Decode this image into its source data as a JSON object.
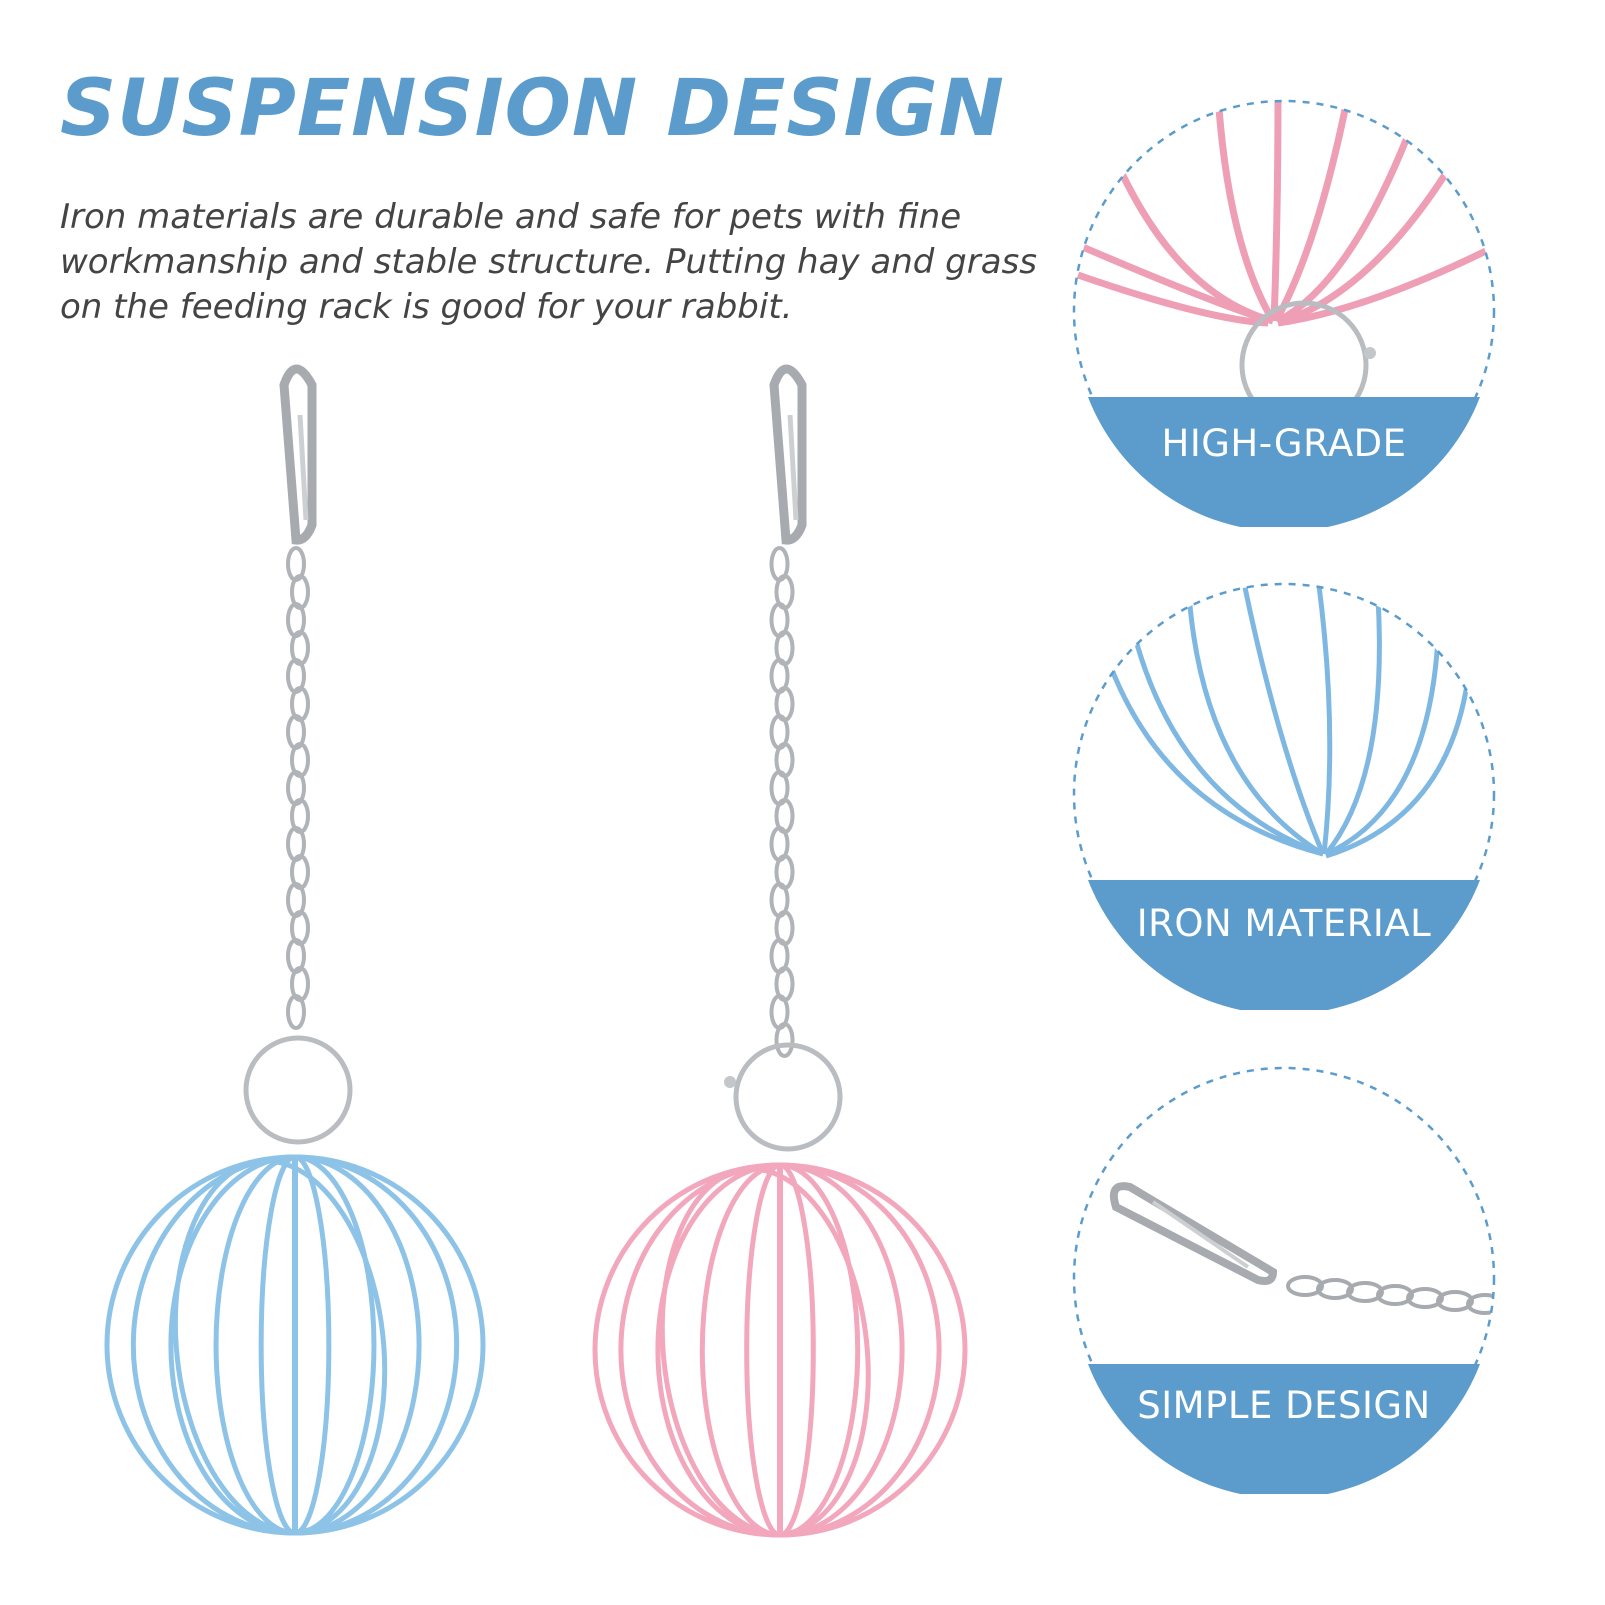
{
  "headline": "SUSPENSION DESIGN",
  "description": "Iron materials are durable and safe for pets with fine workmanship and stable structure. Putting hay and grass on the feeding rack is good for your rabbit.",
  "colors": {
    "accent": "#5b9ccd",
    "blue_wire": "#8ec3e8",
    "pink_wire": "#f2a7bd",
    "metal": "#b9bcc0"
  },
  "products": [
    {
      "name": "blue-hay-ball",
      "color": "blue"
    },
    {
      "name": "pink-hay-ball",
      "color": "pink"
    }
  ],
  "callouts": [
    {
      "label": "HIGH-GRADE",
      "icon": "pink-wire-closeup"
    },
    {
      "label": "IRON MATERIAL",
      "icon": "blue-wire-closeup"
    },
    {
      "label": "SIMPLE DESIGN",
      "icon": "clip-chain-closeup"
    }
  ]
}
